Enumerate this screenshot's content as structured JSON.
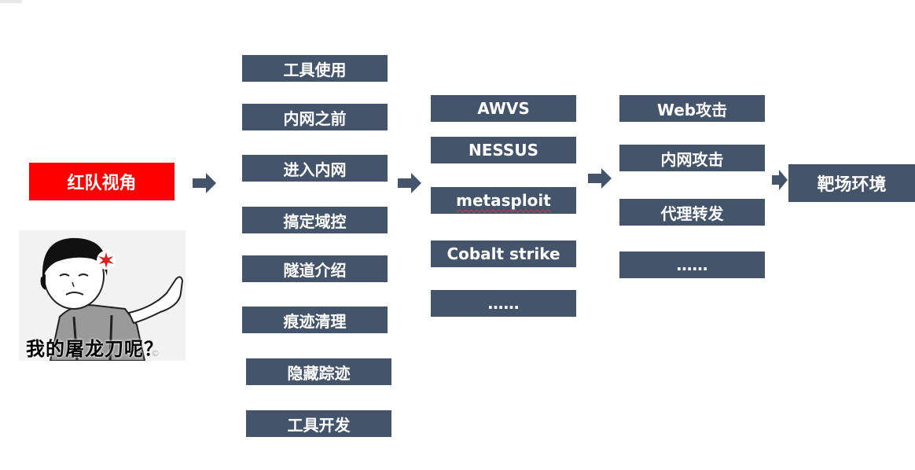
{
  "root": {
    "label": "红队视角"
  },
  "meme": {
    "caption": "我的屠龙刀呢？",
    "watermark": "©"
  },
  "column1": [
    "工具使用",
    "内网之前",
    "进入内网",
    "搞定域控",
    "隧道介绍",
    "痕迹清理",
    "隐藏踪迹",
    "工具开发"
  ],
  "column2": [
    "AWVS",
    "NESSUS",
    "metasploit",
    "Cobalt strike",
    "……"
  ],
  "column3": [
    "Web攻击",
    "内网攻击",
    "代理转发",
    "……"
  ],
  "final": {
    "label": "靶场环境"
  },
  "colors": {
    "root": "#ff0000",
    "box": "#44546a",
    "text": "#ffffff",
    "arrow": "#44546a"
  },
  "icons": [
    "arrow-right-icon",
    "angry-vein-icon"
  ]
}
